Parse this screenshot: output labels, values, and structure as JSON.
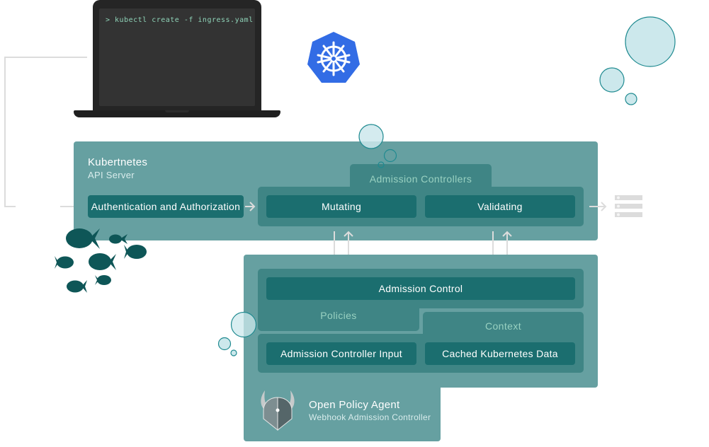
{
  "terminal": {
    "command": "> kubectl create -f ingress.yaml"
  },
  "api_server": {
    "title": "Kubertnetes",
    "subtitle": "API Server",
    "auth_box": "Authentication and Authorization",
    "admission_controllers": {
      "label": "Admission Controllers",
      "mutating": "Mutating",
      "validating": "Validating"
    }
  },
  "opa": {
    "admission_control": "Admission Control",
    "policies_label": "Policies",
    "context_label": "Context",
    "admission_controller_input": "Admission Controller Input",
    "cached_kubernetes_data": "Cached Kubernetes Data",
    "title": "Open Policy Agent",
    "subtitle": "Webhook Admission Controller"
  },
  "icons": {
    "laptop": "laptop-icon",
    "kubernetes_logo": "kubernetes-helm-icon",
    "opa_logo": "opa-viking-helmet-icon",
    "storage": "database-server-icon",
    "bubbles": "bubble-icon",
    "fish": "fish-icon"
  },
  "colors": {
    "panel": "#66a0a1",
    "inner_panel": "#3f8585",
    "box": "#1b6e6f",
    "soft_label": "#99d1c1",
    "kubernetes_blue": "#326ce5",
    "bubble_fill": "#cce8ec",
    "bubble_stroke": "#1f8a90",
    "fish": "#0e5657",
    "arrow": "#dcdcdc",
    "terminal_text": "#8fd3b8"
  }
}
